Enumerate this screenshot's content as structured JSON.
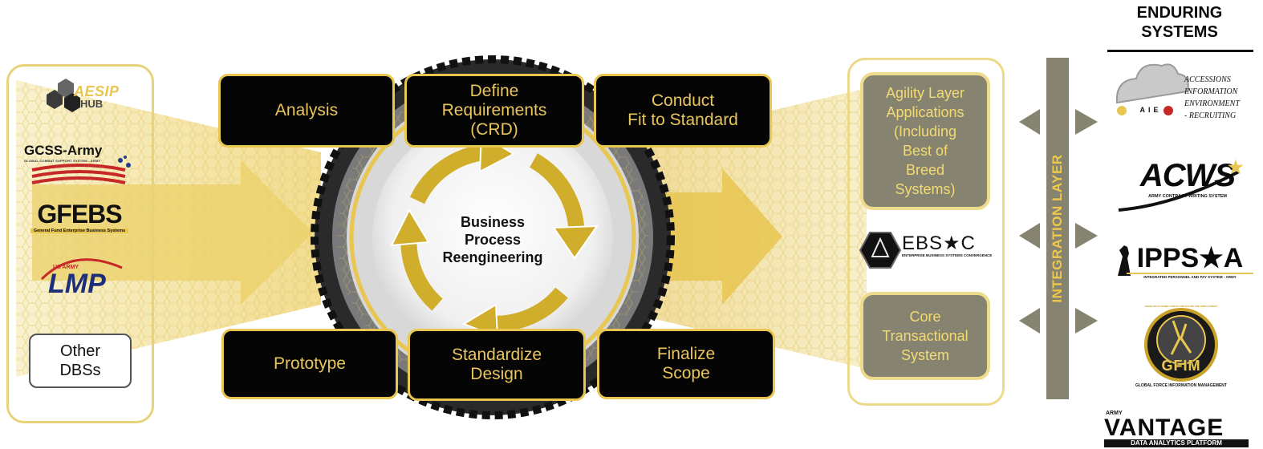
{
  "enduring_header": "ENDURING\nSYSTEMS",
  "legacy_systems": {
    "aesip": {
      "name": "AESIP",
      "sub": "HUB"
    },
    "gcss": {
      "name": "GCSS-Army",
      "sub": "GLOBAL COMBAT SUPPORT SYSTEM - ARMY"
    },
    "gfebs": {
      "name": "GFEBS",
      "sub": "General Fund Enterprise Business Systems"
    },
    "lmp": {
      "top": "US ARMY",
      "name": "LMP"
    },
    "other": "Other\nDBSs"
  },
  "process_steps": {
    "analysis": "Analysis",
    "define": "Define\nRequirements\n(CRD)",
    "conduct": "Conduct\nFit to Standard",
    "prototype": "Prototype",
    "standardize": "Standardize\nDesign",
    "finalize": "Finalize\nScope"
  },
  "center_label": "Business\nProcess\nReengineering",
  "agility": "Agility Layer\nApplications\n(Including\nBest of\nBreed\nSystems)",
  "ebsc": {
    "name": "EBS★C",
    "sub": "ENTERPRISE BUSINESS SYSTEMS CONVERGENCE"
  },
  "core": "Core\nTransactional\nSystem",
  "integration_layer": "INTEGRATION LAYER",
  "enduring_systems": {
    "aie": {
      "lines": [
        "ACCESSIONS",
        "INFORMATION",
        "ENVIRONMENT",
        "- RECRUITING"
      ],
      "mark": "AIE"
    },
    "acws": {
      "name": "ACWS",
      "sub": "ARMY CONTRACT WRITING SYSTEM"
    },
    "ipps": {
      "name": "IPPS★A",
      "sub": "INTEGRATED PERSONNEL AND PAY SYSTEM - ARMY"
    },
    "gfim": {
      "ring": "ENABLING DYNAMIC FORCE STRUCTURE AND EMPLOYMENT",
      "name": "GFIM",
      "sub": "GLOBAL FORCE INFORMATION MANAGEMENT"
    },
    "vantage": {
      "top": "ARMY",
      "name": "VANTAGE",
      "sub": "DATA ANALYTICS PLATFORM"
    }
  },
  "colors": {
    "gold": "#e8c650",
    "black": "#050505",
    "gray_box": "#868470",
    "light_gold": "#f6eab8"
  }
}
